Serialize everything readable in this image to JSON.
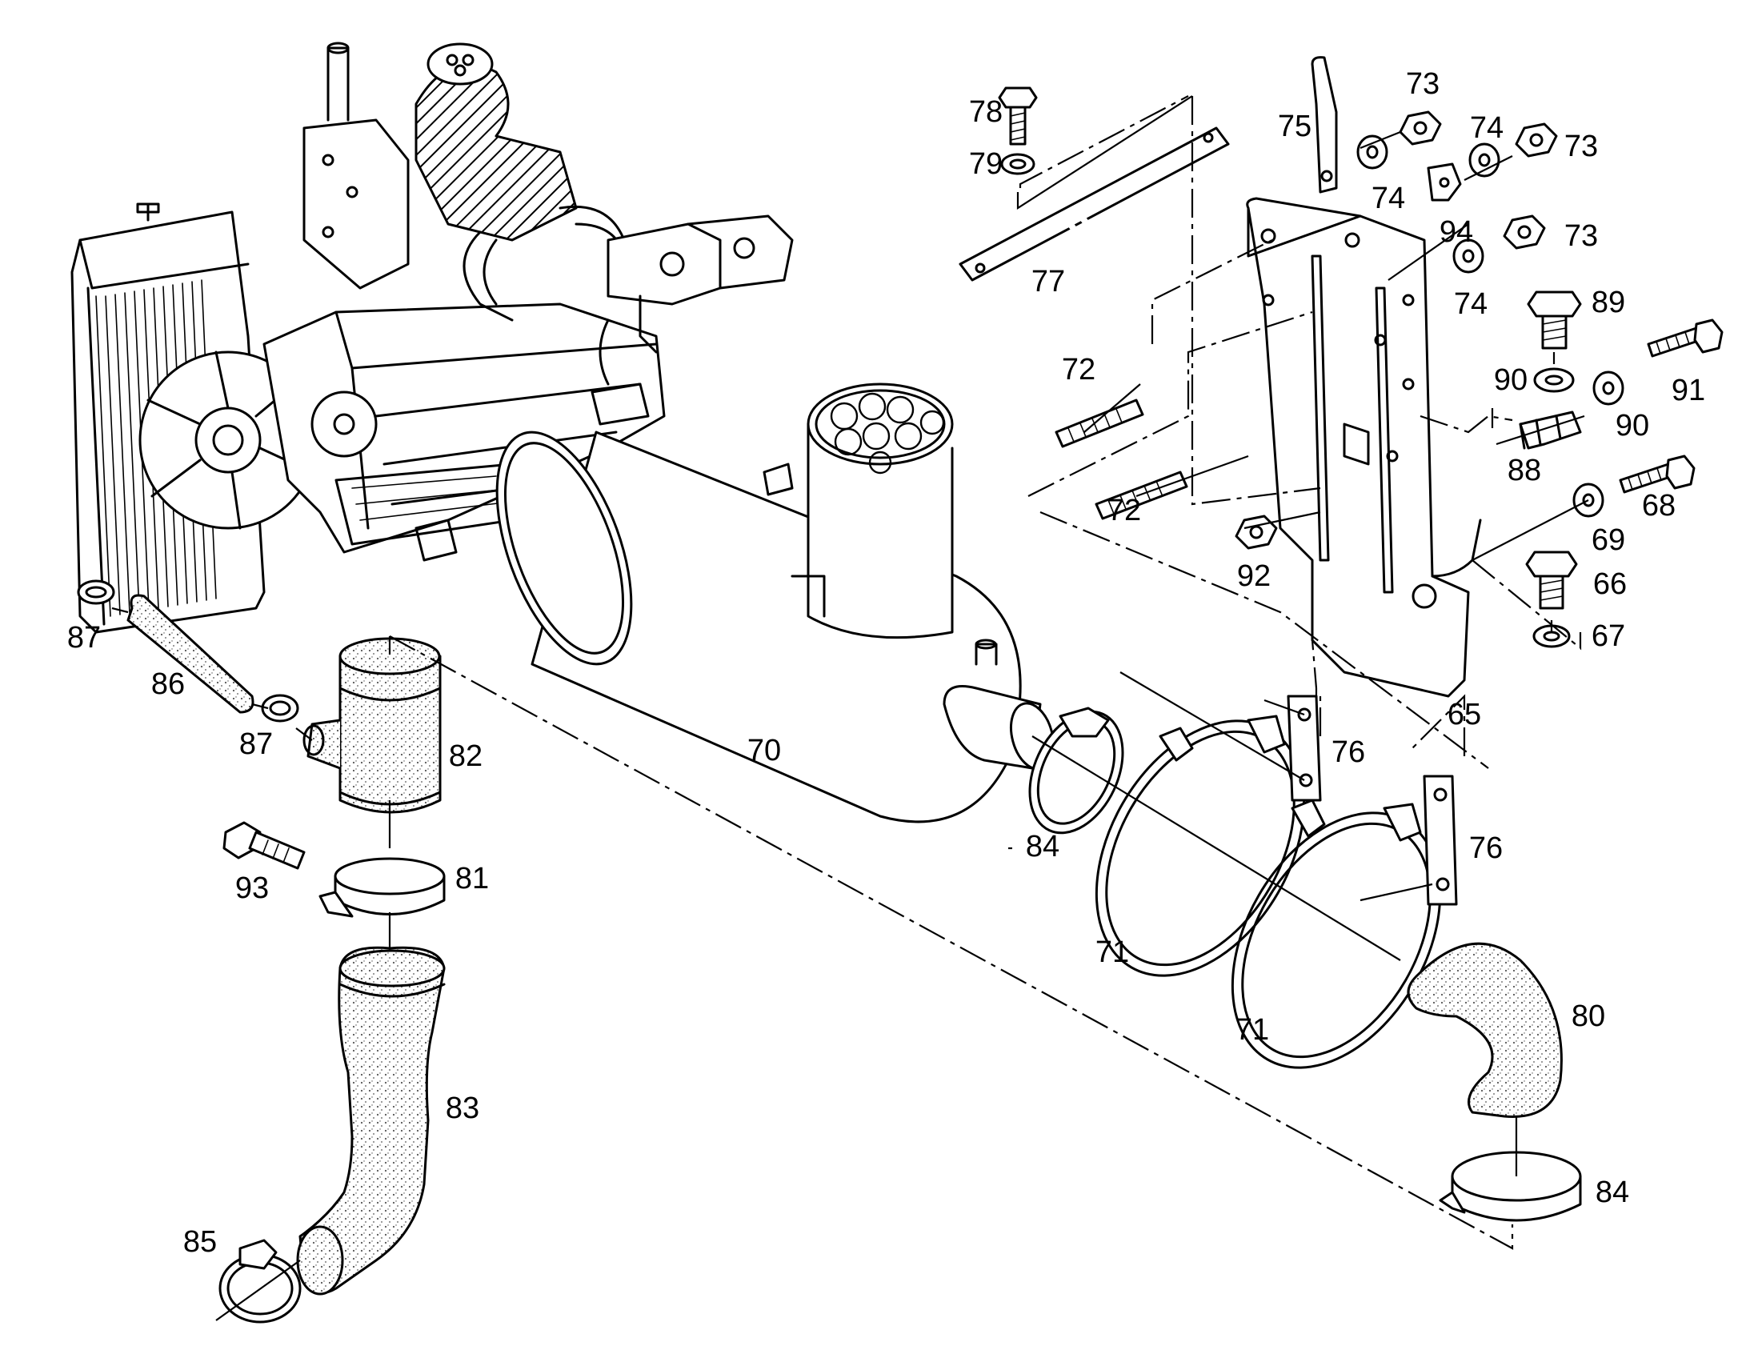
{
  "colors": {
    "line": "#000000",
    "paper": "#ffffff",
    "stipple": "#555555"
  },
  "callouts": [
    {
      "id": "c78",
      "label": "78"
    },
    {
      "id": "c79",
      "label": "79"
    },
    {
      "id": "c77",
      "label": "77"
    },
    {
      "id": "c75",
      "label": "75"
    },
    {
      "id": "c73a",
      "label": "73"
    },
    {
      "id": "c74a",
      "label": "74"
    },
    {
      "id": "c74b",
      "label": "74"
    },
    {
      "id": "c73b",
      "label": "73"
    },
    {
      "id": "c94",
      "label": "94"
    },
    {
      "id": "c73c",
      "label": "73"
    },
    {
      "id": "c74c",
      "label": "74"
    },
    {
      "id": "c89",
      "label": "89"
    },
    {
      "id": "c72a",
      "label": "72"
    },
    {
      "id": "c90a",
      "label": "90"
    },
    {
      "id": "c91",
      "label": "91"
    },
    {
      "id": "c90b",
      "label": "90"
    },
    {
      "id": "c88",
      "label": "88"
    },
    {
      "id": "c68",
      "label": "68"
    },
    {
      "id": "c72b",
      "label": "72"
    },
    {
      "id": "c69",
      "label": "69"
    },
    {
      "id": "c92",
      "label": "92"
    },
    {
      "id": "c66",
      "label": "66"
    },
    {
      "id": "c67",
      "label": "67"
    },
    {
      "id": "c87a",
      "label": "87"
    },
    {
      "id": "c86",
      "label": "86"
    },
    {
      "id": "c87b",
      "label": "87"
    },
    {
      "id": "c82",
      "label": "82"
    },
    {
      "id": "c70",
      "label": "70"
    },
    {
      "id": "c65",
      "label": "65"
    },
    {
      "id": "c76a",
      "label": "76"
    },
    {
      "id": "c76b",
      "label": "76"
    },
    {
      "id": "c84a",
      "label": "84"
    },
    {
      "id": "c93",
      "label": "93"
    },
    {
      "id": "c81",
      "label": "81"
    },
    {
      "id": "c71a",
      "label": "71"
    },
    {
      "id": "c71b",
      "label": "71"
    },
    {
      "id": "c80",
      "label": "80"
    },
    {
      "id": "c83",
      "label": "83"
    },
    {
      "id": "c84b",
      "label": "84"
    },
    {
      "id": "c85",
      "label": "85"
    }
  ]
}
